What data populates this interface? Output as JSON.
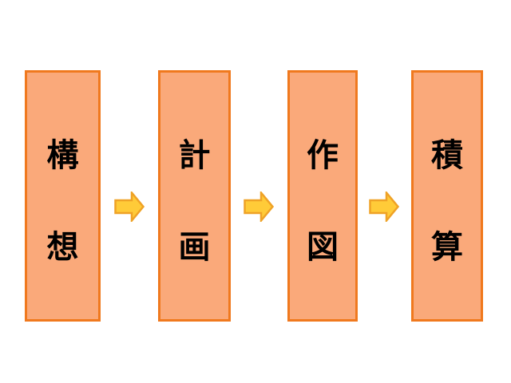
{
  "diagram": {
    "type": "flowchart",
    "direction": "left-to-right",
    "steps": [
      {
        "label": "構想",
        "chars": [
          "構",
          "想"
        ]
      },
      {
        "label": "計画",
        "chars": [
          "計",
          "画"
        ]
      },
      {
        "label": "作図",
        "chars": [
          "作",
          "図"
        ]
      },
      {
        "label": "積算",
        "chars": [
          "積",
          "算"
        ]
      }
    ],
    "connectors": [
      {
        "from": "構想",
        "to": "計画",
        "shape": "right-block-arrow"
      },
      {
        "from": "計画",
        "to": "作図",
        "shape": "right-block-arrow"
      },
      {
        "from": "作図",
        "to": "積算",
        "shape": "right-block-arrow"
      }
    ],
    "colors": {
      "background": "#FFFFFF",
      "box_fill": "#FAA97A",
      "box_border": "#F0791E",
      "arrow_fill": "#FFCB38",
      "arrow_border": "#EFA226",
      "text": "#000000"
    }
  }
}
